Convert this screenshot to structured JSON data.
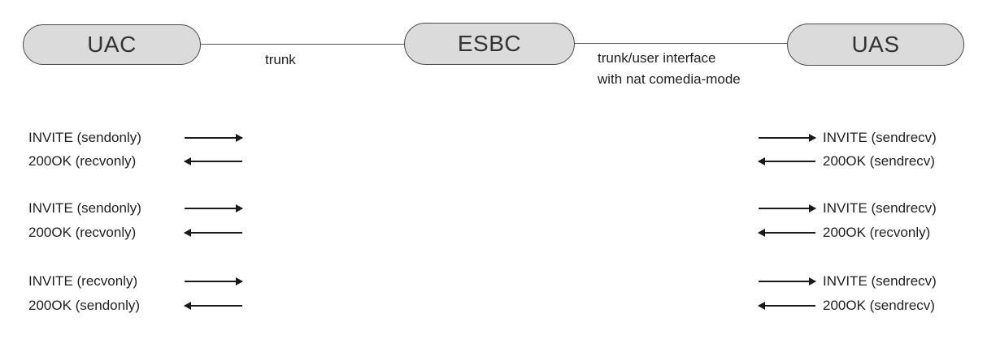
{
  "nodes": [
    {
      "id": "uac",
      "label": "UAC"
    },
    {
      "id": "esbc",
      "label": "ESBC"
    },
    {
      "id": "uas",
      "label": "UAS"
    }
  ],
  "links": [
    {
      "id": "uac-esbc",
      "label": "trunk"
    },
    {
      "id": "esbc-uas",
      "label_line1": "trunk/user interface",
      "label_line2": "with nat comedia-mode"
    }
  ],
  "messages": {
    "left": [
      {
        "label": "INVITE (sendonly)",
        "direction": "right"
      },
      {
        "label": "200OK (recvonly)",
        "direction": "left"
      },
      {
        "label": "INVITE (sendonly)",
        "direction": "right"
      },
      {
        "label": "200OK (recvonly)",
        "direction": "left"
      },
      {
        "label": "INVITE (recvonly)",
        "direction": "right"
      },
      {
        "label": "200OK (sendonly)",
        "direction": "left"
      }
    ],
    "right": [
      {
        "label": "INVITE (sendrecv)",
        "direction": "right"
      },
      {
        "label": "200OK (sendrecv)",
        "direction": "left"
      },
      {
        "label": "INVITE (sendrecv)",
        "direction": "right"
      },
      {
        "label": "200OK (recvonly)",
        "direction": "left"
      },
      {
        "label": "INVITE (sendrecv)",
        "direction": "right"
      },
      {
        "label": "200OK (sendrecv)",
        "direction": "left"
      }
    ]
  },
  "colors": {
    "node_fill": "#dbdbdb",
    "node_border": "#4a4a4a",
    "line": "#595959",
    "arrow": "#1a1a1a",
    "text": "#1f1f1f",
    "background": "#ffffff"
  }
}
